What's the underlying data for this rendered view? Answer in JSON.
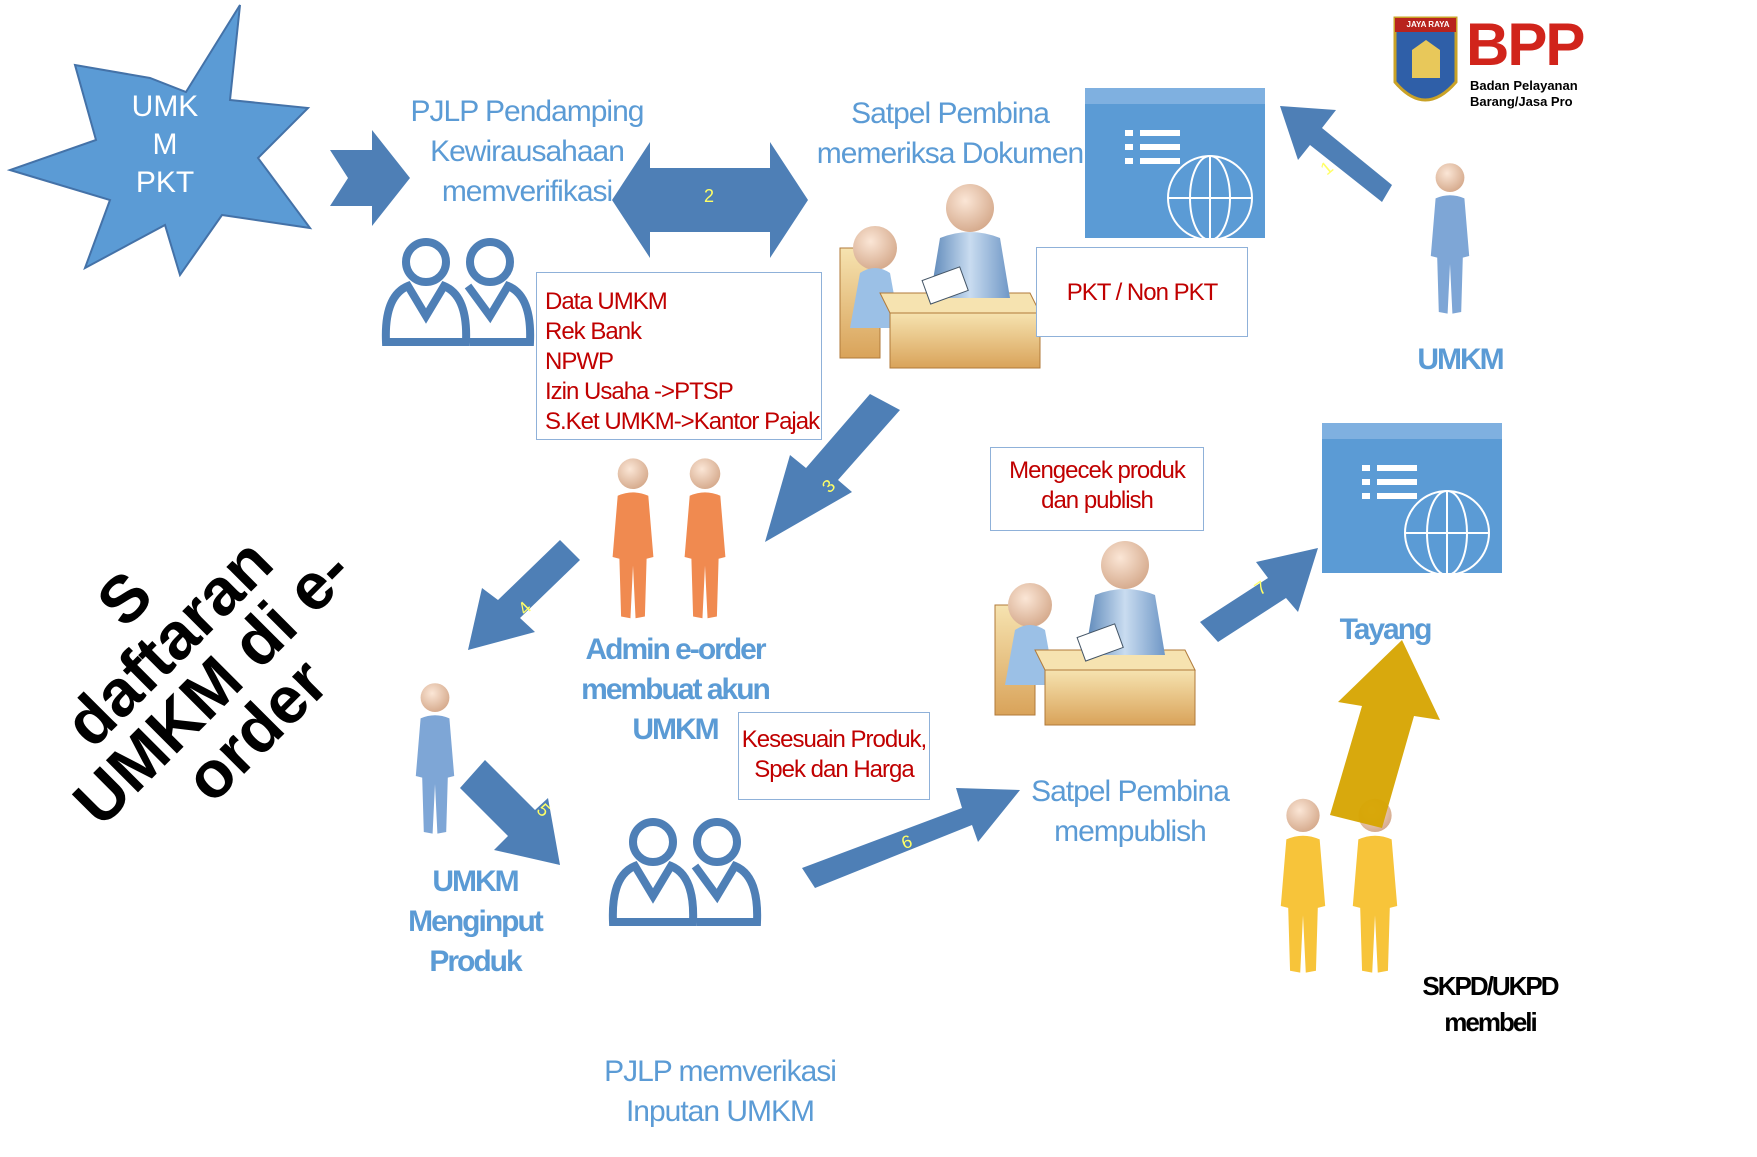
{
  "title_lines": [
    "S",
    "daftaran",
    "UMKM di e-",
    "order"
  ],
  "starburst": {
    "lines": [
      "UMK",
      "M",
      "PKT"
    ]
  },
  "logo": {
    "name": "BPP",
    "tag": "JAYA RAYA",
    "line1": "Badan Pelayanan",
    "line2": "Barang/Jasa Pro"
  },
  "steps": {
    "pjlp_verify": [
      "PJLP Pendamping",
      "Kewirausahaan",
      "memverifikasi"
    ],
    "satpel_check": [
      "Satpel Pembina",
      "memeriksa Dokumen"
    ],
    "umkm_top": "UMKM",
    "admin": [
      "Admin e-order",
      "membuat akun",
      "UMKM"
    ],
    "umkm_input": [
      "UMKM",
      "Menginput",
      "Produk"
    ],
    "pjlp_input": [
      "PJLP memverikasi",
      "Inputan UMKM"
    ],
    "satpel_publish": [
      "Satpel Pembina",
      "mempublish"
    ],
    "tayang": "Tayang",
    "skpd": [
      "SKPD/UKPD",
      "membeli"
    ]
  },
  "notes": {
    "documents": [
      "Data UMKM",
      "Rek Bank",
      "NPWP",
      "Izin Usaha ->PTSP",
      "S.Ket UMKM->Kantor Pajak"
    ],
    "pkt": "PKT / Non PKT",
    "cek_produk": [
      "Mengecek produk",
      "dan publish"
    ],
    "kesesuaian": [
      "Kesesuain Produk,",
      "Spek dan Harga"
    ]
  },
  "arrow_numbers": [
    "1",
    "2",
    "3",
    "4",
    "5",
    "6",
    "7"
  ],
  "colors": {
    "accent": "#5b9bd5",
    "arrow": "#4e7fb6",
    "note_text": "#c00000",
    "gold_arrow": "#d6a400",
    "admin_figure": "#f08a50",
    "buyer_figure": "#f7c43a"
  }
}
